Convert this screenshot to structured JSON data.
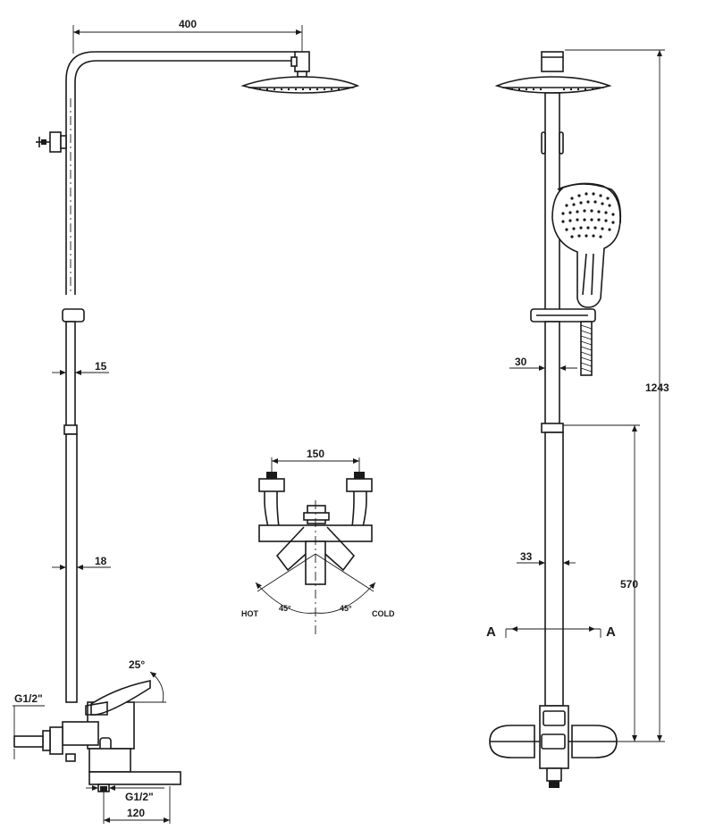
{
  "dimensions": {
    "arm_length": "400",
    "pipe_upper_diameter": "15",
    "pipe_lower_diameter": "18",
    "lever_angle": "25°",
    "inlet_thread": "G1/2\"",
    "spout_thread": "G1/2\"",
    "spout_length": "120",
    "inlet_spacing": "150",
    "hot_label": "HOT",
    "cold_label": "COLD",
    "hot_angle": "45°",
    "cold_angle": "45°",
    "rail_width": "30",
    "total_height": "1243",
    "pipe_width": "33",
    "lower_height": "570",
    "section_left": "A",
    "section_right": "A"
  }
}
